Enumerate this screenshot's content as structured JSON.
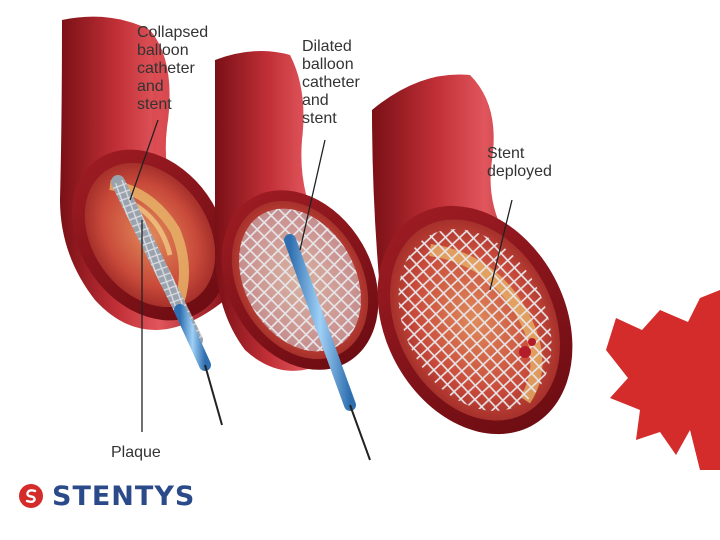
{
  "labels": {
    "collapsed": "Collapsed\nballoon\ncatheter\nand\nstent",
    "dilated": "Dilated\nballoon\ncatheter\nand\nstent",
    "deployed": "Stent\ndeployed",
    "plaque": "Plaque"
  },
  "brand": {
    "name": "STENTYS"
  },
  "colors": {
    "artery_outer": "#b3232a",
    "artery_dark": "#7a1016",
    "artery_highlight": "#e0565c",
    "lumen": "#c94a3a",
    "plaque": "#e9b86a",
    "stent": "#d8d8dc",
    "catheter": "#5f9fd8",
    "accent_red": "#d42b2b",
    "brand_text": "#2a4a8a",
    "label_text": "#333333"
  },
  "icons": {
    "brand_logo": "stentys-logo-icon",
    "corner_decoration": "red-maple-leaf-shape"
  }
}
